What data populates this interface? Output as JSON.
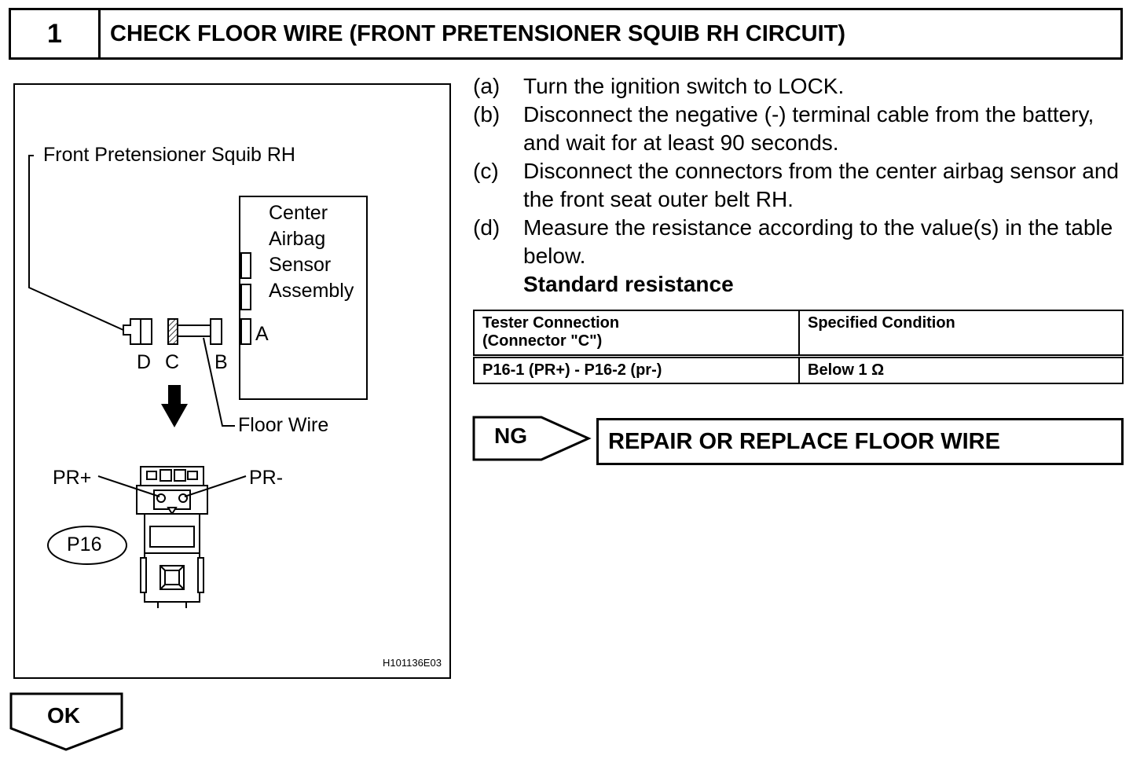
{
  "header": {
    "step_number": "1",
    "title": "CHECK FLOOR WIRE (FRONT PRETENSIONER SQUIB RH CIRCUIT)"
  },
  "figure": {
    "squib_label": "Front Pretensioner Squib RH",
    "sensor_label": [
      "Center",
      "Airbag",
      "Sensor",
      "Assembly"
    ],
    "connector_letters": {
      "a": "A",
      "b": "B",
      "c": "C",
      "d": "D"
    },
    "floor_wire_label": "Floor Wire",
    "pin_pos_label": "PR+",
    "pin_neg_label": "PR-",
    "connector_id": "P16",
    "figure_code": "H101136E03"
  },
  "steps": [
    {
      "label": "(a)",
      "text": "Turn the ignition switch to LOCK."
    },
    {
      "label": "(b)",
      "text": "Disconnect the negative (-) terminal cable from the battery, and wait for at least 90 seconds."
    },
    {
      "label": "(c)",
      "text": "Disconnect the connectors from the center airbag sensor and the front seat outer belt RH."
    },
    {
      "label": "(d)",
      "text": "Measure the resistance according to the value(s) in the table below."
    }
  ],
  "standard_label": "Standard resistance",
  "table": {
    "headers": [
      "Tester Connection\n(Connector \"C\")",
      "Specified Condition"
    ],
    "header_lines": [
      [
        "Tester Connection",
        "(Connector \"C\")"
      ],
      [
        "Specified Condition"
      ]
    ],
    "rows": [
      [
        "P16-1 (PR+) - P16-2 (pr-)",
        "Below 1 Ω"
      ]
    ]
  },
  "ng": {
    "label": "NG",
    "action": "REPAIR OR REPLACE FLOOR WIRE"
  },
  "ok": {
    "label": "OK"
  }
}
